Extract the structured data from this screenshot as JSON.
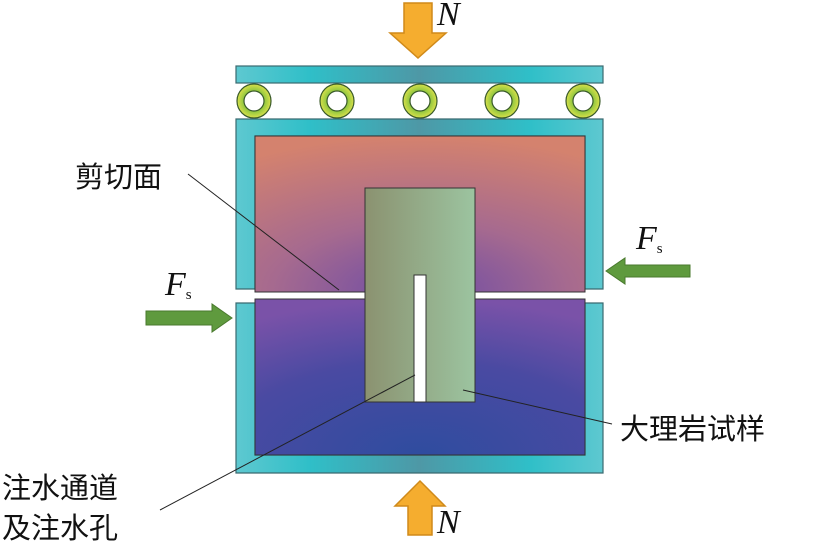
{
  "labels": {
    "shear_plane": "剪切面",
    "marble_specimen": "大理岩试样",
    "injection_line1": "注水通道",
    "injection_line2": "及注水孔",
    "normal_force": "N",
    "shear_force": "F",
    "shear_force_sub": "s"
  },
  "colors": {
    "frame": "#4fc3cc",
    "arrow_normal": "#f5ad2f",
    "arrow_shear": "#5f9a3e",
    "roller": "#a9cf3a",
    "upper_block_top": "#d4826e",
    "lower_block_bottom": "#2f4c9f",
    "specimen": "#95ad8a"
  }
}
